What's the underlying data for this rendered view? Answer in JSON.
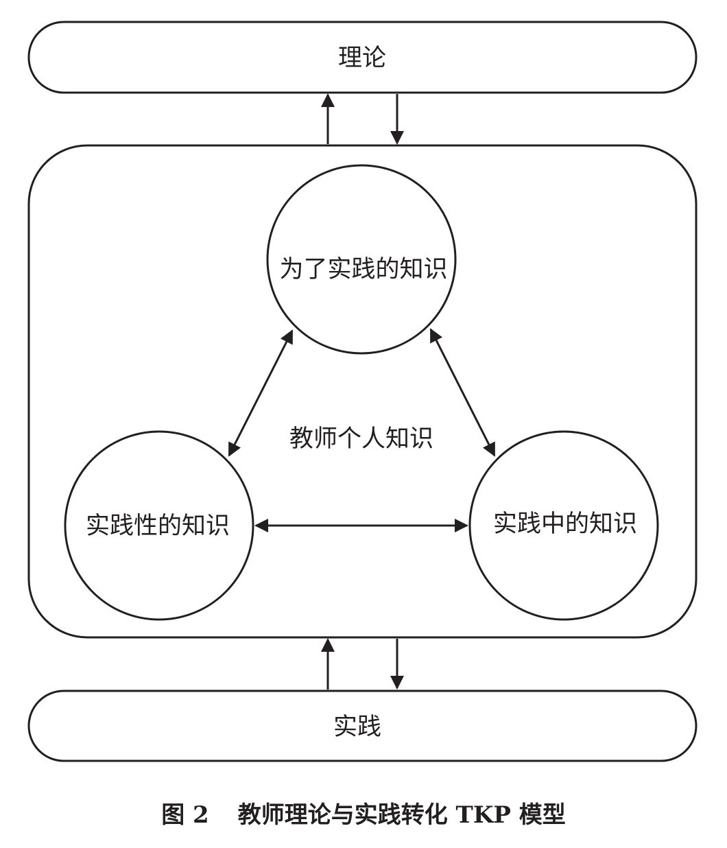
{
  "diagram": {
    "top_box": "理论",
    "bottom_box": "实践",
    "center_label": "教师个人知识",
    "circle_top": "为了实践的知识",
    "circle_left": "实践性的知识",
    "circle_right": "实践中的知识"
  },
  "caption": {
    "number": "图 2",
    "title": "教师理论与实践转化 TKP 模型"
  },
  "colors": {
    "stroke": "#231f20",
    "background": "#ffffff"
  }
}
